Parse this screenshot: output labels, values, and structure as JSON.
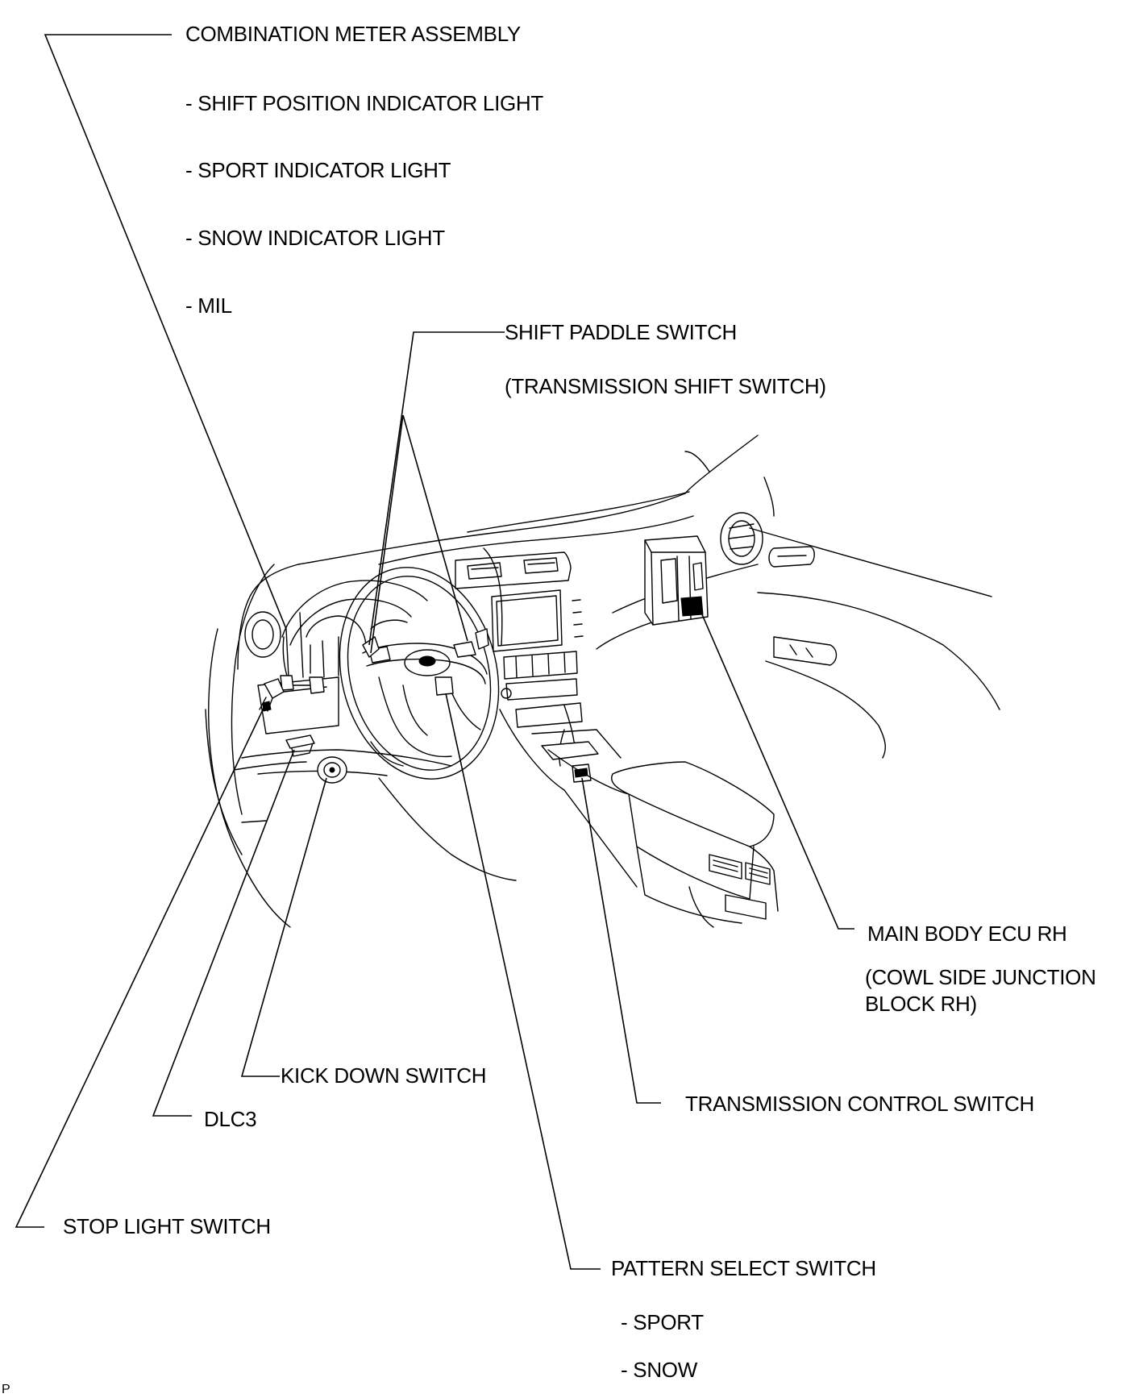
{
  "labels": {
    "combination_meter": "COMBINATION METER ASSEMBLY",
    "shift_position_light": "- SHIFT POSITION INDICATOR LIGHT",
    "sport_light": "- SPORT INDICATOR LIGHT",
    "snow_light": "- SNOW INDICATOR LIGHT",
    "mil": "- MIL",
    "shift_paddle": "SHIFT PADDLE SWITCH",
    "shift_paddle_sub": "(TRANSMISSION SHIFT SWITCH)",
    "main_body_ecu": "MAIN BODY ECU RH",
    "cowl_side_line1": "(COWL SIDE JUNCTION",
    "cowl_side_line2": "BLOCK RH)",
    "kick_down": "KICK DOWN SWITCH",
    "transmission_control": "TRANSMISSION CONTROL SWITCH",
    "dlc3": "DLC3",
    "stop_light": "STOP LIGHT SWITCH",
    "pattern_select": "PATTERN SELECT SWITCH",
    "sport": "- SPORT",
    "snow": "- SNOW",
    "corner_mark": "P"
  }
}
